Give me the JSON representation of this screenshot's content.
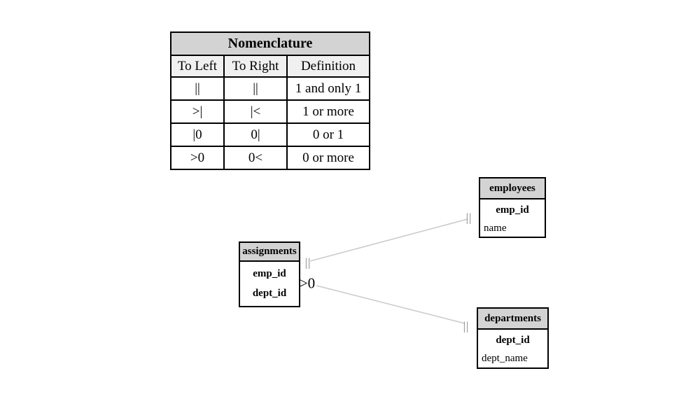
{
  "nomenclature": {
    "title": "Nomenclature",
    "columns": [
      "To Left",
      "To Right",
      "Definition"
    ],
    "rows": [
      [
        "||",
        "||",
        "1 and only 1"
      ],
      [
        ">|",
        "|<",
        "1 or more"
      ],
      [
        "|0",
        "0|",
        "0 or 1"
      ],
      [
        ">0",
        "0<",
        "0 or more"
      ]
    ]
  },
  "entities": [
    {
      "name": "employees",
      "fields": [
        {
          "text": "emp_id",
          "bold": true
        },
        {
          "text": "name",
          "bold": false
        }
      ]
    },
    {
      "name": "assignments",
      "fields": [
        {
          "text": "emp_id",
          "bold": true
        },
        {
          "text": "dept_id",
          "bold": true
        }
      ]
    },
    {
      "name": "departments",
      "fields": [
        {
          "text": "dept_id",
          "bold": true
        },
        {
          "text": "dept_name",
          "bold": false
        }
      ]
    }
  ],
  "relationships": [
    {
      "from": "assignments",
      "to": "employees",
      "from_marker": "||",
      "to_marker": "||"
    },
    {
      "from": "assignments",
      "to": "departments",
      "from_marker": ">0",
      "to_marker": "||"
    }
  ],
  "colors": {
    "table_title_bg": "#d3d3d3",
    "table_header_bg": "#f0f0f0",
    "entity_header_bg": "#d3d3d3",
    "border": "#000000",
    "connector_line": "#c9c9c9",
    "marker_gray": "#7f7f7f",
    "marker_black": "#000000"
  }
}
